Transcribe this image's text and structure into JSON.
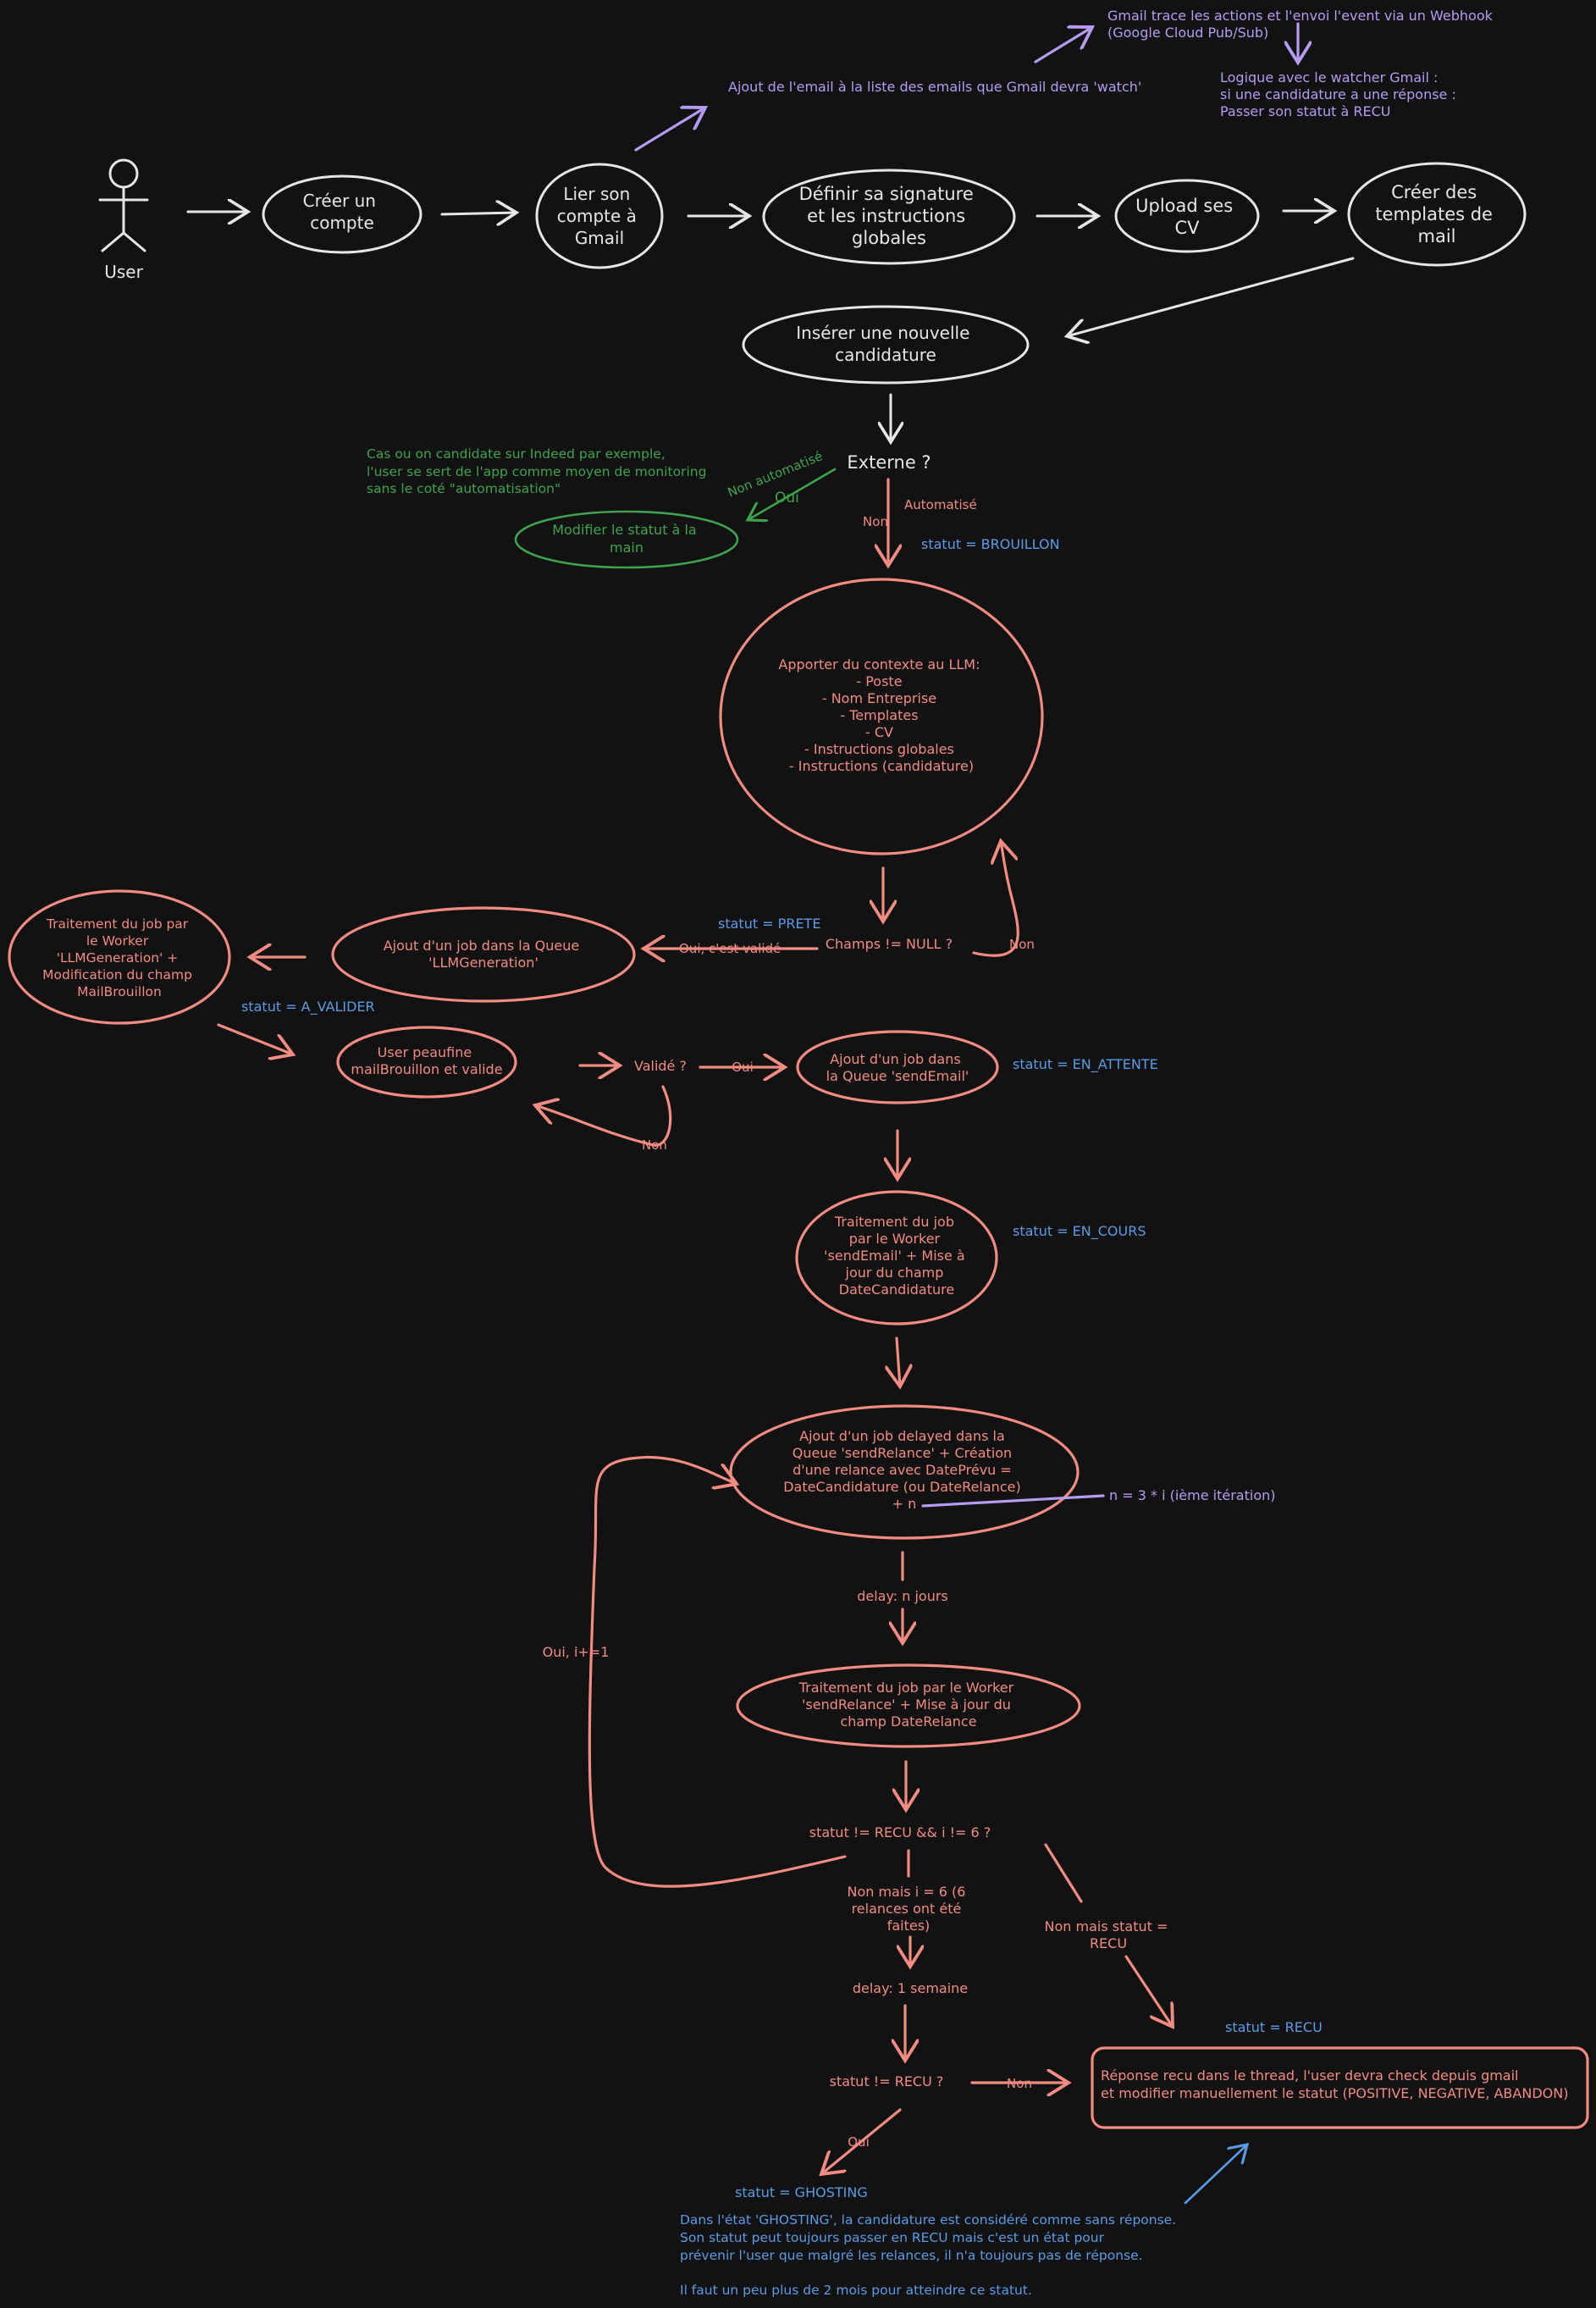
{
  "colors": {
    "background": "#121212",
    "node_white": "#e6e6e6",
    "node_red": "#f28b82",
    "status_blue": "#5b9be6",
    "manual_green": "#3fa34d",
    "gmail_purple": "#b49cf2"
  },
  "actor": {
    "label": "User",
    "icon": "stick-figure-icon"
  },
  "top": {
    "create_account": [
      "Créer un",
      "compte"
    ],
    "link_gmail": [
      "Lier son",
      "compte à",
      "Gmail"
    ],
    "signature": [
      "Définir sa signature",
      "et les instructions",
      "globales"
    ],
    "upload_cv": [
      "Upload ses",
      "CV"
    ],
    "templates": [
      "Créer des",
      "templates de",
      "mail"
    ],
    "insert_application": [
      "Insérer une nouvelle",
      "candidature"
    ]
  },
  "gmail": {
    "watch_note": "Ajout de l'email à la liste des emails que Gmail devra 'watch'",
    "webhook_note": [
      "Gmail trace les actions et l'envoi l'event via un Webhook",
      "(Google Cloud Pub/Sub)"
    ],
    "watcher_logic": [
      "Logique avec le watcher Gmail :",
      "si une candidature a une réponse :",
      "Passer son statut à RECU"
    ]
  },
  "external": {
    "question": "Externe ?",
    "note": [
      "Cas ou on candidate sur Indeed par exemple,",
      "l'user se sert de l'app comme moyen de monitoring",
      "sans le coté \"automatisation\""
    ],
    "label_non_automatise": "Non automatisé",
    "label_oui": "Oui",
    "manual_status": [
      "Modifier le statut à la",
      "main"
    ],
    "label_automatise": "Automatisé",
    "label_non": "Non"
  },
  "statuses": {
    "brouillon": "statut = BROUILLON",
    "prete": "statut = PRETE",
    "a_valider": "statut = A_VALIDER",
    "en_attente": "statut = EN_ATTENTE",
    "en_cours": "statut = EN_COURS",
    "recu": "statut = RECU",
    "ghosting": "statut = GHOSTING"
  },
  "llm": {
    "context": [
      "Apporter du contexte au LLM:",
      "- Poste",
      "- Nom Entreprise",
      "- Templates",
      "- CV",
      "- Instructions globales",
      "- Instructions (candidature)"
    ],
    "fields_question": "Champs != NULL ?",
    "label_non": "Non",
    "label_oui_valide": "Oui, c'est validé",
    "queue_job": [
      "Ajout d'un job dans la Queue",
      "'LLMGeneration'"
    ],
    "worker_job": [
      "Traitement du job par",
      "le Worker",
      "'LLMGeneration' +",
      "Modification du champ",
      "MailBrouillon"
    ]
  },
  "validation": {
    "user_refines": [
      "User peaufine",
      "mailBrouillon et valide"
    ],
    "question": "Validé ?",
    "label_oui": "Oui",
    "label_non": "Non",
    "send_queue": [
      "Ajout d'un job dans",
      "la Queue 'sendEmail'"
    ],
    "send_worker": [
      "Traitement du job",
      "par le Worker",
      "'sendEmail' + Mise à",
      "jour du champ",
      "DateCandidature"
    ]
  },
  "relance": {
    "delayed_job": [
      "Ajout d'un job delayed dans la",
      "Queue 'sendRelance' + Création",
      "d'une relance avec DatePrévu =",
      "DateCandidature (ou DateRelance)",
      "+ n"
    ],
    "n_formula": "n = 3 * i (ième itération)",
    "delay_n": "delay: n jours",
    "worker": [
      "Traitement du job par le Worker",
      "'sendRelance' + Mise à jour du",
      "champ DateRelance"
    ],
    "loop_label": "Oui, i+=1",
    "condition": "statut != RECU && i != 6 ?",
    "label_non_i6": [
      "Non mais i = 6 (6",
      "relances ont été",
      "faites)"
    ],
    "label_non_recu": [
      "Non mais statut =",
      "RECU"
    ],
    "delay_week": "delay: 1 semaine",
    "final_question": "statut != RECU ?",
    "label_non": "Non",
    "label_oui": "Oui"
  },
  "response_box": [
    "Réponse recu dans le thread, l'user devra check depuis gmail",
    "et modifier manuellement le statut (POSITIVE, NEGATIVE, ABANDON)"
  ],
  "ghosting_note": [
    "Dans l'état 'GHOSTING', la candidature est considéré comme sans réponse.",
    "Son statut peut toujours passer en RECU mais c'est un état pour",
    "prévenir l'user que malgré les relances, il n'a toujours pas de réponse.",
    "",
    "Il faut un peu plus de 2 mois pour atteindre ce statut."
  ]
}
